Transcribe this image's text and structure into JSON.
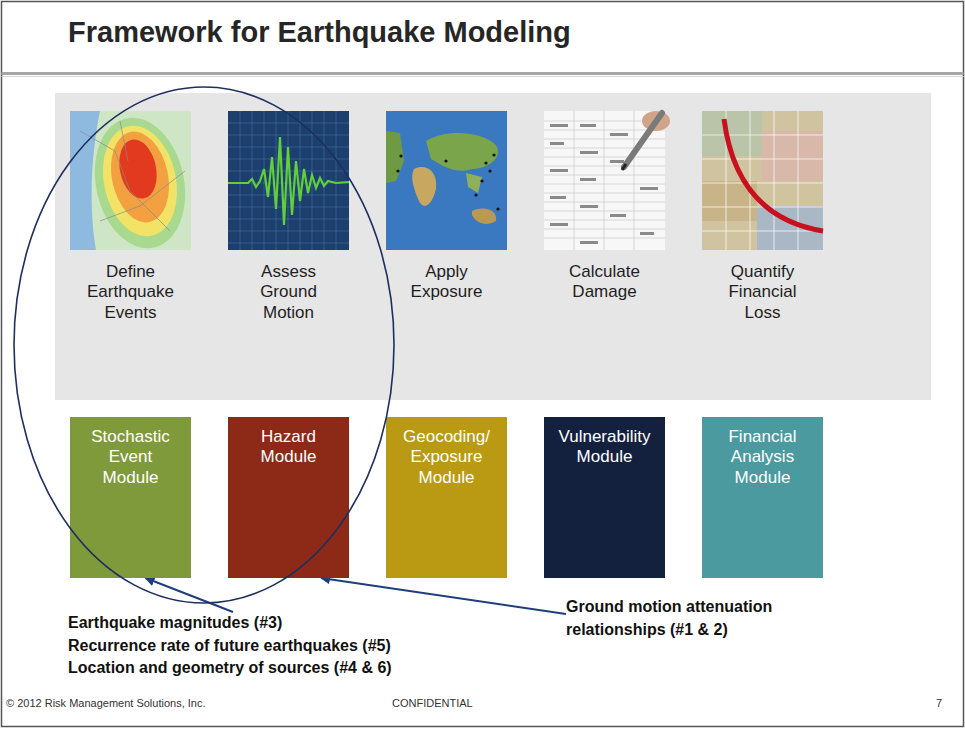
{
  "diagram": {
    "title": "Framework for Earthquake Modeling",
    "nodes": [
      {
        "text": [
          "Stochastic Event Module"
        ]
      },
      {
        "text": [
          "Hazard Module"
        ]
      },
      {
        "text": [
          "Geocoding/ Exposure Module"
        ]
      },
      {
        "text": [
          "Vulnerability Module"
        ]
      },
      {
        "text": [
          "Financial Analysis Module"
        ]
      },
      {
        "text": [
          "Earthquake magnitudes (#3)",
          "Recurrence rate of future earthquakes (#5)",
          "Location and geometry of sources (#4 & 6)"
        ]
      },
      {
        "text": [
          "Ground motion attenuation relationships (#1 & 2)"
        ]
      }
    ],
    "edges": [
      {
        "from": 5,
        "to": 0,
        "arrow": "to"
      },
      {
        "from": 6,
        "to": 1,
        "arrow": "to"
      }
    ],
    "labels": [
      "Define Earthquake Events",
      "Assess Ground Motion",
      "Apply Exposure",
      "Calculate Damage",
      "Quantify Financial Loss",
      "© 2012 Risk Management Solutions, Inc.",
      "CONFIDENTIAL",
      "7"
    ]
  }
}
